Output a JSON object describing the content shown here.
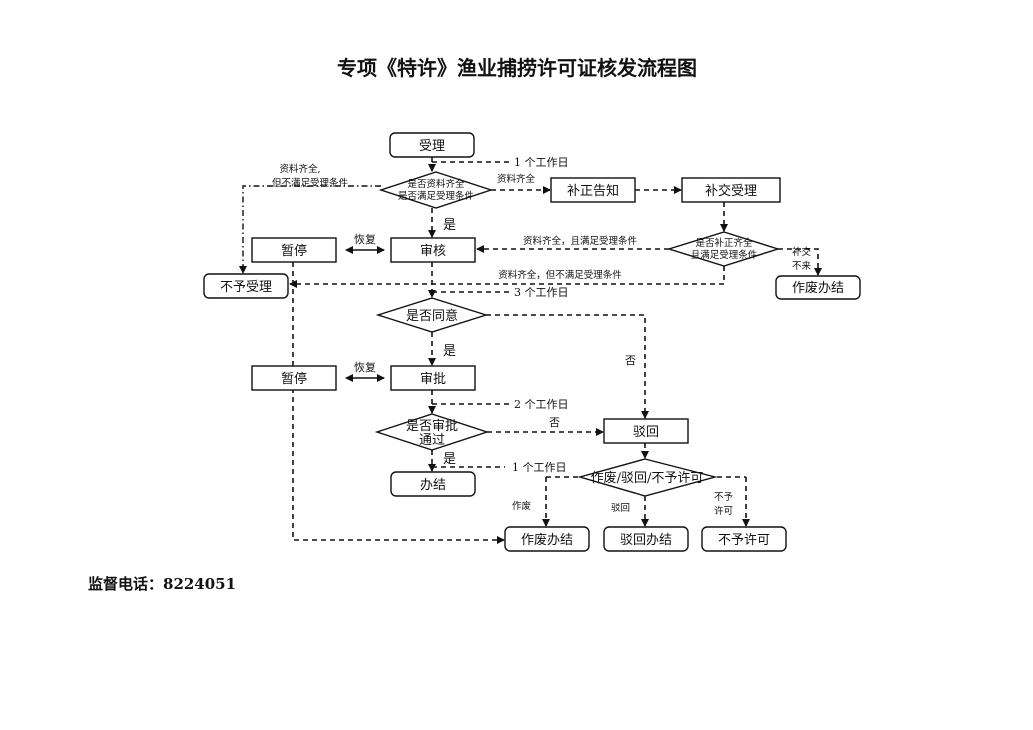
{
  "title": "专项《特许》渔业捕捞许可证核发流程图",
  "nodes": {
    "accept": "受理",
    "check1_l1": "是否资料齐全",
    "check1_l2": "是否满足受理条件",
    "correction_notice": "补正告知",
    "resubmit_accept": "补交受理",
    "check2_l1": "是否补正齐全",
    "check2_l2": "且满足受理条件",
    "void_close_top": "作废办结",
    "pause1": "暂停",
    "review": "审核",
    "reject_accept": "不予受理",
    "agree": "是否同意",
    "pause2": "暂停",
    "approve": "审批",
    "check4_l1": "是否审批",
    "check4_l2": "通过",
    "return": "驳回",
    "check5": "作废/驳回/不予许可",
    "done": "办结",
    "void_close": "作废办结",
    "return_close": "驳回办结",
    "deny_permit": "不予许可"
  },
  "labels": {
    "day1": "1 个工作日",
    "complete": "资料齐全",
    "complete_not_meet_l1": "资料齐全,",
    "complete_not_meet_l2": "但不满足受理条件",
    "yes1": "是",
    "resume1": "恢复",
    "complete_and_meet": "资料齐全，且满足受理条件",
    "complete_not_meet": "资料齐全，但不满足受理条件",
    "not_submitted_l1": "补交",
    "not_submitted_l2": "不来",
    "day3": "3 个工作日",
    "no1": "否",
    "yes2": "是",
    "resume2": "恢复",
    "day2": "2 个工作日",
    "no2": "否",
    "yes3": "是",
    "day1b": "1 个工作日",
    "void": "作废",
    "returned": "驳回",
    "deny_l1": "不予",
    "deny_l2": "许可"
  },
  "footer": {
    "phone": "监督电话：8224051"
  }
}
